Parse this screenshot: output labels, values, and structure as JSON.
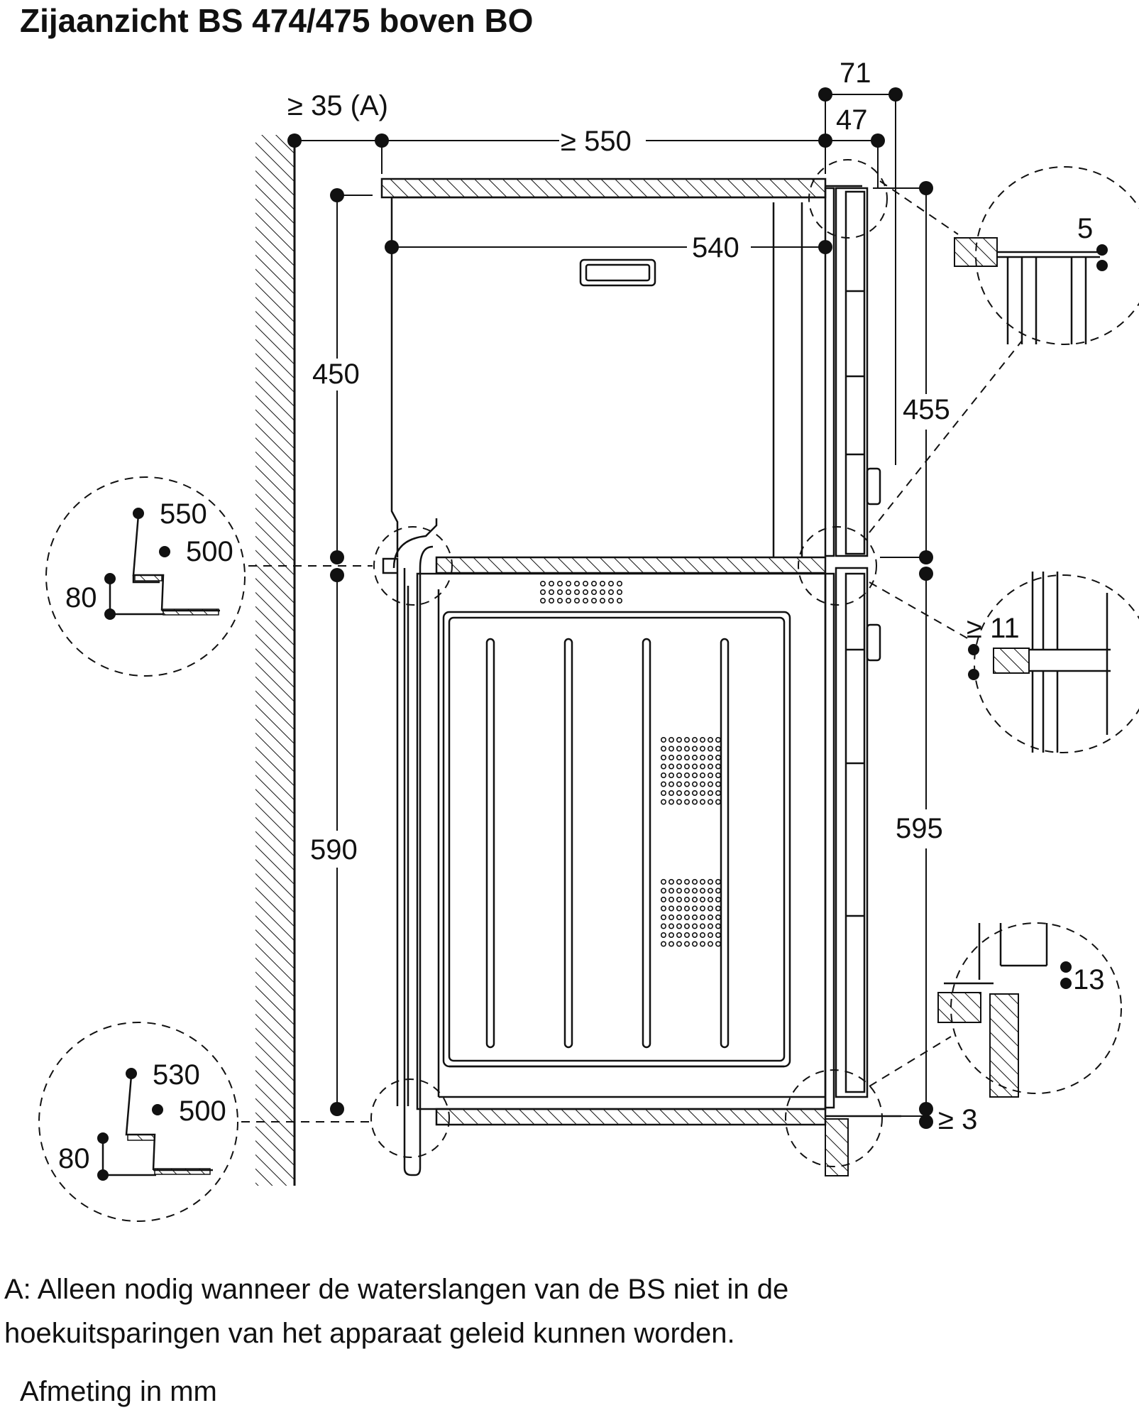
{
  "title": "Zijaanzicht BS 474/475 boven BO",
  "dimensions": {
    "clearance_a": "≥ 35 (A)",
    "niche_depth": "≥ 550",
    "unit_depth": "540",
    "d71": "71",
    "d47": "47",
    "upper_height": "450",
    "upper_front": "455",
    "lower_height": "590",
    "lower_front": "595",
    "gap_top": "5",
    "gap_mid": "≥ 11",
    "gap_low": "13",
    "gap_bottom": "≥ 3"
  },
  "detail_upper_left": {
    "d550": "550",
    "d500": "500",
    "d80": "80"
  },
  "detail_lower_left": {
    "d530": "530",
    "d500": "500",
    "d80": "80"
  },
  "footnote": {
    "line1": "A: Alleen nodig wanneer de waterslangen van de BS niet in de",
    "line2": "hoekuitsparingen van het apparaat geleid kunnen worden."
  },
  "unit_note": "Afmeting in mm"
}
